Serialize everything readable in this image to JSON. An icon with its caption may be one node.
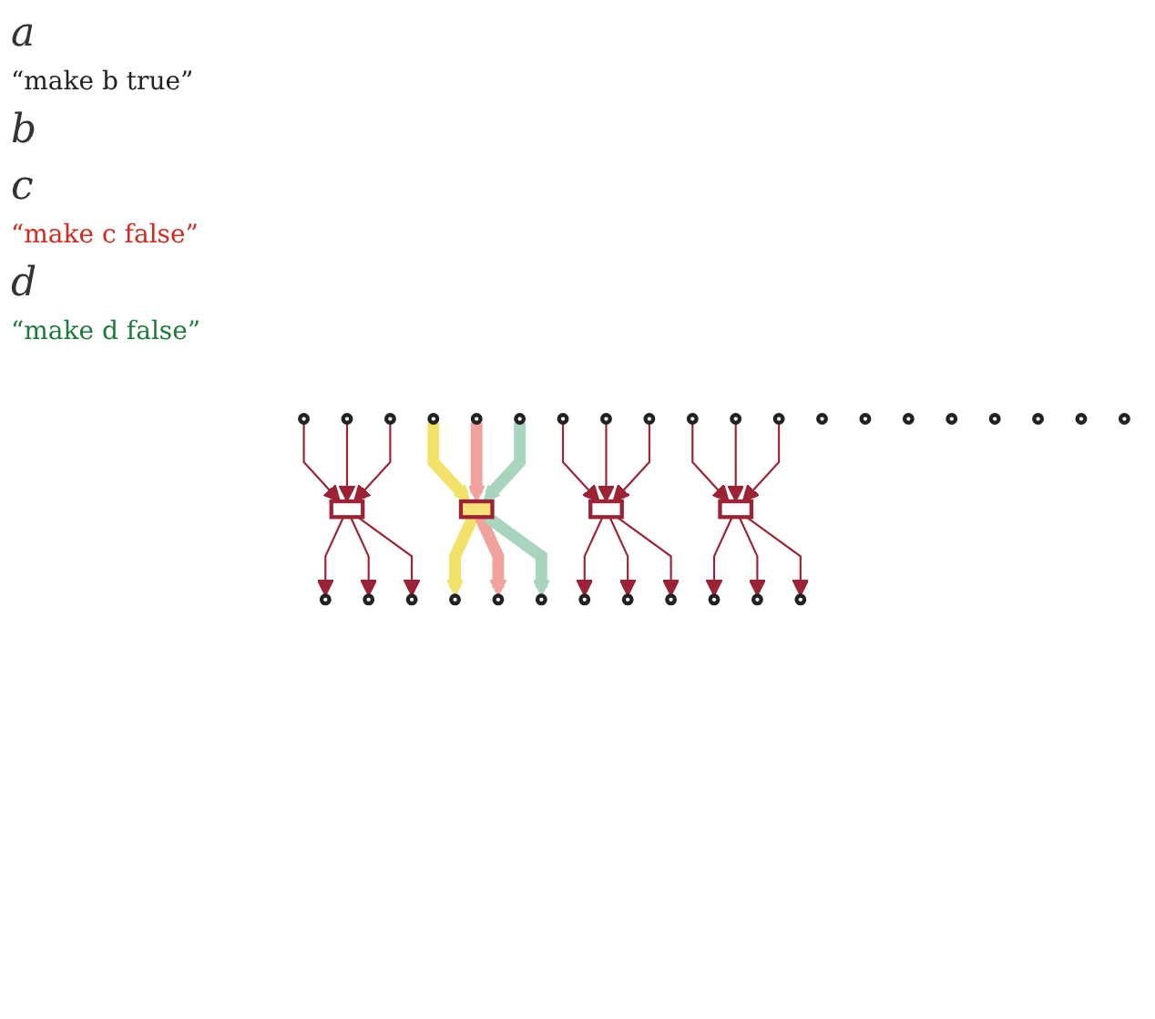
{
  "diagram": {
    "nodes": [
      {
        "text": [],
        "shape": "circle"
      },
      {
        "text": [],
        "shape": "circle"
      },
      {
        "text": [],
        "shape": "circle"
      },
      {
        "text": [],
        "shape": "circle"
      },
      {
        "text": [],
        "shape": "circle"
      },
      {
        "text": [],
        "shape": "circle"
      },
      {
        "text": [],
        "shape": "circle"
      },
      {
        "text": [],
        "shape": "circle"
      },
      {
        "text": [],
        "shape": "circle"
      },
      {
        "text": [],
        "shape": "circle"
      },
      {
        "text": [],
        "shape": "circle"
      },
      {
        "text": [],
        "shape": "circle"
      },
      {
        "text": [],
        "shape": "circle"
      },
      {
        "text": [],
        "shape": "circle"
      },
      {
        "text": [],
        "shape": "circle"
      },
      {
        "text": [],
        "shape": "circle"
      },
      {
        "text": [],
        "shape": "box"
      },
      {
        "text": [],
        "shape": "box"
      },
      {
        "text": [],
        "shape": "box"
      },
      {
        "text": [],
        "shape": "box"
      },
      {
        "text": [],
        "shape": "circle"
      },
      {
        "text": [],
        "shape": "circle"
      },
      {
        "text": [],
        "shape": "circle"
      },
      {
        "text": [],
        "shape": "circle"
      },
      {
        "text": [],
        "shape": "circle"
      },
      {
        "text": [],
        "shape": "circle"
      },
      {
        "text": [],
        "shape": "circle"
      },
      {
        "text": [],
        "shape": "circle"
      },
      {
        "text": [],
        "shape": "circle"
      },
      {
        "text": [],
        "shape": "circle"
      },
      {
        "text": [],
        "shape": "circle"
      },
      {
        "text": [],
        "shape": "circle"
      },
      {
        "text": [],
        "shape": "circle"
      },
      {
        "text": [],
        "shape": "circle"
      },
      {
        "text": [],
        "shape": "circle"
      },
      {
        "text": [],
        "shape": "circle"
      }
    ],
    "edges": [
      {
        "from": 0,
        "to": 16,
        "arrow": "to"
      },
      {
        "from": 16,
        "to": 1,
        "arrow": "to"
      },
      {
        "from": 8,
        "to": 16,
        "arrow": "to"
      },
      {
        "from": 16,
        "to": 9,
        "arrow": "to"
      },
      {
        "from": 20,
        "to": 16,
        "arrow": "to"
      },
      {
        "from": 16,
        "to": 21,
        "arrow": "to"
      },
      {
        "from": 10,
        "to": 17,
        "arrow": "to",
        "style": "thick",
        "color": "#f2e26a"
      },
      {
        "from": 17,
        "to": 11,
        "arrow": "to",
        "style": "thick",
        "color": "#f2e26a"
      },
      {
        "from": 17,
        "to": 22,
        "arrow": "to",
        "style": "thick",
        "color": "#f0a29c"
      },
      {
        "from": 23,
        "to": 17,
        "arrow": "to",
        "style": "thick",
        "color": "#f0a29c"
      },
      {
        "from": 17,
        "to": 30,
        "arrow": "to",
        "style": "thick",
        "color": "#a9d4bd"
      },
      {
        "from": 31,
        "to": 17,
        "arrow": "to",
        "style": "thick",
        "color": "#a9d4bd"
      },
      {
        "from": 18,
        "to": 4,
        "arrow": "to"
      },
      {
        "from": 5,
        "to": 18,
        "arrow": "to"
      },
      {
        "from": 24,
        "to": 18,
        "arrow": "to"
      },
      {
        "from": 18,
        "to": 25,
        "arrow": "to"
      },
      {
        "from": 32,
        "to": 18,
        "arrow": "to"
      },
      {
        "from": 18,
        "to": 33,
        "arrow": "to"
      },
      {
        "from": 6,
        "to": 19,
        "arrow": "to"
      },
      {
        "from": 19,
        "to": 7,
        "arrow": "to"
      },
      {
        "from": 19,
        "to": 14,
        "arrow": "to"
      },
      {
        "from": 15,
        "to": 19,
        "arrow": "to"
      },
      {
        "from": 19,
        "to": 34,
        "arrow": "to"
      },
      {
        "from": 35,
        "to": 19,
        "arrow": "to"
      }
    ],
    "labels": [
      "a",
      "“make b true”",
      "b",
      "c",
      "“make c false”",
      "d",
      "“make d false”"
    ]
  }
}
